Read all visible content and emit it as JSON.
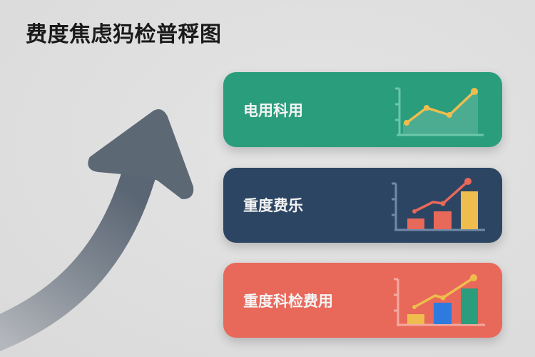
{
  "title": "费度焦虑犸检普稃图",
  "colors": {
    "background": "#dedede",
    "arrow_top": "#5b6674",
    "arrow_bottom": "#a8acb2",
    "card1_bg": "#2a9d7c",
    "card2_bg": "#2c4563",
    "card3_bg": "#e8685a",
    "yellow": "#efbd4e",
    "red": "#e8685a",
    "blue": "#2e7be0",
    "green": "#2a9d7c"
  },
  "cards": [
    {
      "label": "电用科用",
      "icon": "line-chart-icon",
      "chart": {
        "type": "line",
        "points": [
          [
            570,
            172
          ],
          [
            598,
            151
          ],
          [
            630,
            161
          ],
          [
            665,
            128
          ]
        ]
      }
    },
    {
      "label": "重度费乐",
      "icon": "bar-line-chart-icon",
      "chart": {
        "type": "bar+line",
        "bars": [
          {
            "color": "red"
          },
          {
            "color": "red"
          },
          {
            "color": "yellow"
          }
        ]
      }
    },
    {
      "label": "重度科检费用",
      "icon": "bar-line-chart-icon",
      "chart": {
        "type": "bar+line",
        "bars": [
          {
            "color": "yellow"
          },
          {
            "color": "blue"
          },
          {
            "color": "green"
          }
        ]
      }
    }
  ],
  "arrow": {
    "icon": "trend-up-arrow-icon"
  }
}
